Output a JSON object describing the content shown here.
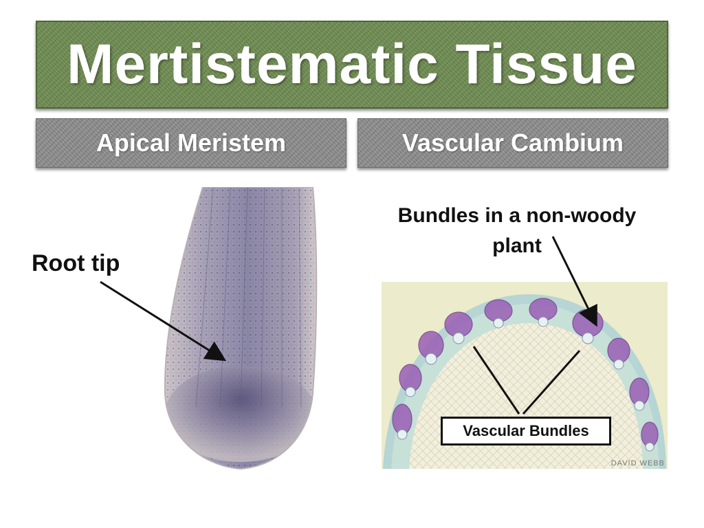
{
  "title": "Mertistematic Tissue",
  "sections": {
    "left": "Apical Meristem",
    "right": "Vascular Cambium"
  },
  "labels": {
    "root_tip": "Root tip",
    "bundles": "Bundles in a non-woody plant",
    "vascular_bundles": "Vascular Bundles",
    "credit": "DAVID WEBB"
  },
  "colors": {
    "title_bg": "#6f8c52",
    "sub_bg": "#8d8d8d",
    "stain_purple": "#9a5fb5",
    "tissue_blue": "#8fb3c7"
  }
}
